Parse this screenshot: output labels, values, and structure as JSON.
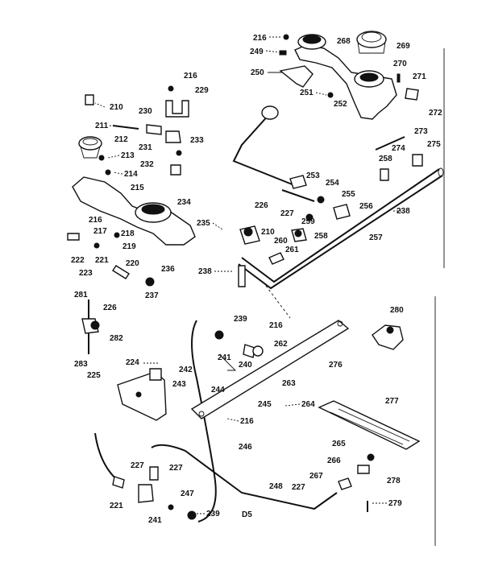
{
  "diagram": {
    "callouts": [
      {
        "id": "216a",
        "text": "216"
      },
      {
        "id": "249",
        "text": "249"
      },
      {
        "id": "268",
        "text": "268"
      },
      {
        "id": "269",
        "text": "269"
      },
      {
        "id": "270",
        "text": "270"
      },
      {
        "id": "271",
        "text": "271"
      },
      {
        "id": "250",
        "text": "250"
      },
      {
        "id": "251",
        "text": "251"
      },
      {
        "id": "252",
        "text": "252"
      },
      {
        "id": "272",
        "text": "272"
      },
      {
        "id": "273",
        "text": "273"
      },
      {
        "id": "274",
        "text": "274"
      },
      {
        "id": "275",
        "text": "275"
      },
      {
        "id": "258a",
        "text": "258"
      },
      {
        "id": "216b",
        "text": "216"
      },
      {
        "id": "229",
        "text": "229"
      },
      {
        "id": "210a",
        "text": "210"
      },
      {
        "id": "230",
        "text": "230"
      },
      {
        "id": "211",
        "text": "211"
      },
      {
        "id": "233",
        "text": "233"
      },
      {
        "id": "231",
        "text": "231"
      },
      {
        "id": "212",
        "text": "212"
      },
      {
        "id": "213",
        "text": "213"
      },
      {
        "id": "232",
        "text": "232"
      },
      {
        "id": "214",
        "text": "214"
      },
      {
        "id": "253",
        "text": "253"
      },
      {
        "id": "254",
        "text": "254"
      },
      {
        "id": "215",
        "text": "215"
      },
      {
        "id": "234",
        "text": "234"
      },
      {
        "id": "226a",
        "text": "226"
      },
      {
        "id": "255",
        "text": "255"
      },
      {
        "id": "256",
        "text": "256"
      },
      {
        "id": "238a",
        "text": "238"
      },
      {
        "id": "227a",
        "text": "227"
      },
      {
        "id": "259",
        "text": "259"
      },
      {
        "id": "216c",
        "text": "216"
      },
      {
        "id": "217",
        "text": "217"
      },
      {
        "id": "218",
        "text": "218"
      },
      {
        "id": "235",
        "text": "235"
      },
      {
        "id": "210b",
        "text": "210"
      },
      {
        "id": "257",
        "text": "257"
      },
      {
        "id": "258b",
        "text": "258"
      },
      {
        "id": "260",
        "text": "260"
      },
      {
        "id": "261",
        "text": "261"
      },
      {
        "id": "222",
        "text": "222"
      },
      {
        "id": "221a",
        "text": "221"
      },
      {
        "id": "219",
        "text": "219"
      },
      {
        "id": "220",
        "text": "220"
      },
      {
        "id": "236",
        "text": "236"
      },
      {
        "id": "223",
        "text": "223"
      },
      {
        "id": "238b",
        "text": "238"
      },
      {
        "id": "237",
        "text": "237"
      },
      {
        "id": "281",
        "text": "281"
      },
      {
        "id": "226b",
        "text": "226"
      },
      {
        "id": "280",
        "text": "280"
      },
      {
        "id": "282",
        "text": "282"
      },
      {
        "id": "239a",
        "text": "239"
      },
      {
        "id": "216d",
        "text": "216"
      },
      {
        "id": "262",
        "text": "262"
      },
      {
        "id": "283",
        "text": "283"
      },
      {
        "id": "224",
        "text": "224"
      },
      {
        "id": "241a",
        "text": "241"
      },
      {
        "id": "242",
        "text": "242"
      },
      {
        "id": "240",
        "text": "240"
      },
      {
        "id": "276",
        "text": "276"
      },
      {
        "id": "225",
        "text": "225"
      },
      {
        "id": "243",
        "text": "243"
      },
      {
        "id": "244",
        "text": "244"
      },
      {
        "id": "263",
        "text": "263"
      },
      {
        "id": "245",
        "text": "245"
      },
      {
        "id": "264",
        "text": "264"
      },
      {
        "id": "277",
        "text": "277"
      },
      {
        "id": "216e",
        "text": "216"
      },
      {
        "id": "246",
        "text": "246"
      },
      {
        "id": "265",
        "text": "265"
      },
      {
        "id": "266",
        "text": "266"
      },
      {
        "id": "227b",
        "text": "227"
      },
      {
        "id": "227c",
        "text": "227"
      },
      {
        "id": "267",
        "text": "267"
      },
      {
        "id": "278",
        "text": "278"
      },
      {
        "id": "248",
        "text": "248"
      },
      {
        "id": "227d",
        "text": "227"
      },
      {
        "id": "247",
        "text": "247"
      },
      {
        "id": "221b",
        "text": "221"
      },
      {
        "id": "279",
        "text": "279"
      },
      {
        "id": "241b",
        "text": "241"
      },
      {
        "id": "239b",
        "text": "239"
      },
      {
        "id": "D5",
        "text": "D5"
      }
    ]
  }
}
